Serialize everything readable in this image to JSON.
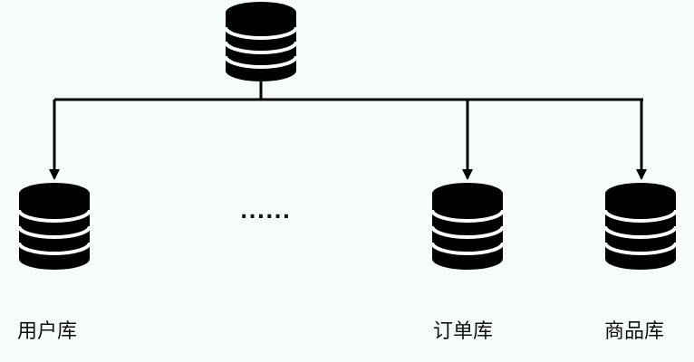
{
  "diagram": {
    "root": {
      "icon": "database-icon"
    },
    "children": [
      {
        "icon": "database-icon",
        "label": "用户库"
      },
      {
        "icon": "database-icon",
        "label": "订单库"
      },
      {
        "icon": "database-icon",
        "label": "商品库"
      }
    ],
    "ellipsis": "......",
    "colors": {
      "stroke": "#000000",
      "background": "#f6fcf7",
      "stripe": "#ffffff"
    }
  }
}
